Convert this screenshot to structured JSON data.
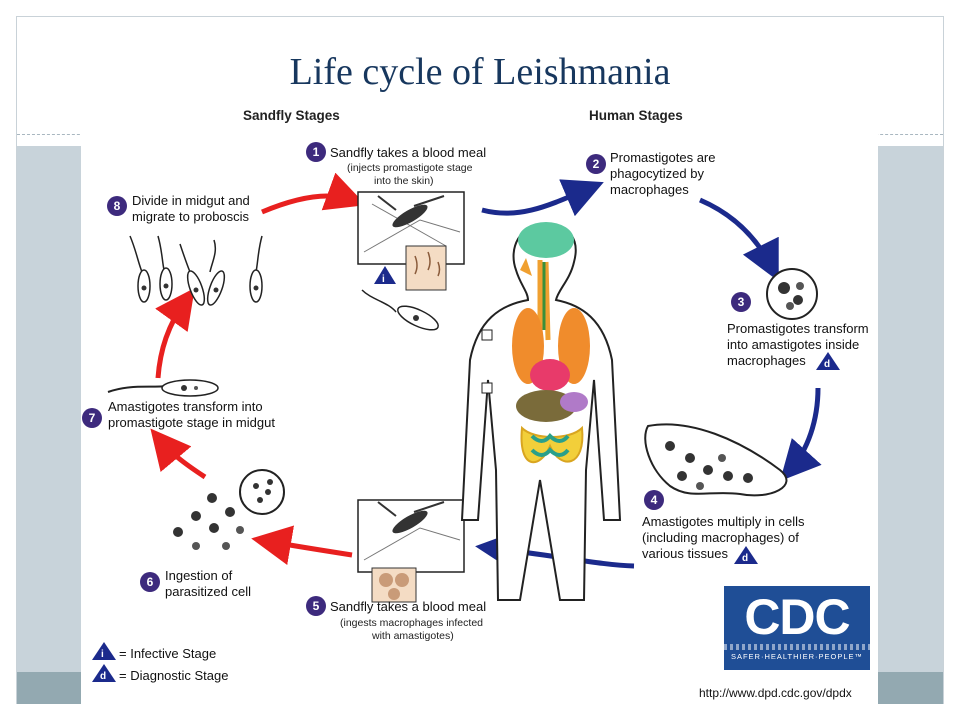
{
  "slide": {
    "title": "Life cycle of Leishmania"
  },
  "diagram": {
    "header_left": "Sandfly Stages",
    "header_right": "Human Stages",
    "stages": [
      {
        "num": "1",
        "label": "Sandfly takes a blood meal",
        "sub": [
          "(injects promastigote stage",
          "into the skin)"
        ]
      },
      {
        "num": "2",
        "label": [
          "Promastigotes are",
          "phagocytized by",
          "macrophages"
        ]
      },
      {
        "num": "3",
        "label": [
          "Promastigotes transform",
          "into amastigotes inside",
          "macrophages"
        ]
      },
      {
        "num": "4",
        "label": [
          "Amastigotes multiply in cells",
          "(including macrophages) of",
          "various tissues"
        ]
      },
      {
        "num": "5",
        "label": "Sandfly takes a blood meal",
        "sub": [
          "(ingests macrophages infected",
          "with amastigotes)"
        ]
      },
      {
        "num": "6",
        "label": [
          "Ingestion of",
          "parasitized cell"
        ]
      },
      {
        "num": "7",
        "label": [
          "Amastigotes transform into",
          "promastigote stage in midgut"
        ]
      },
      {
        "num": "8",
        "label": [
          "Divide in midgut and",
          "migrate to proboscis"
        ]
      }
    ],
    "legend": [
      {
        "symbol": "i",
        "label": "= Infective Stage"
      },
      {
        "symbol": "d",
        "label": "= Diagnostic Stage"
      }
    ],
    "colors": {
      "red_arrow": "#e8201f",
      "blue_arrow": "#1b2a8c",
      "badge": "#3d2a7d"
    }
  },
  "logo": {
    "text": "CDC",
    "tagline": "SAFER·HEALTHIER·PEOPLE™",
    "url": "http://www.dpd.cdc.gov/dpdx"
  }
}
